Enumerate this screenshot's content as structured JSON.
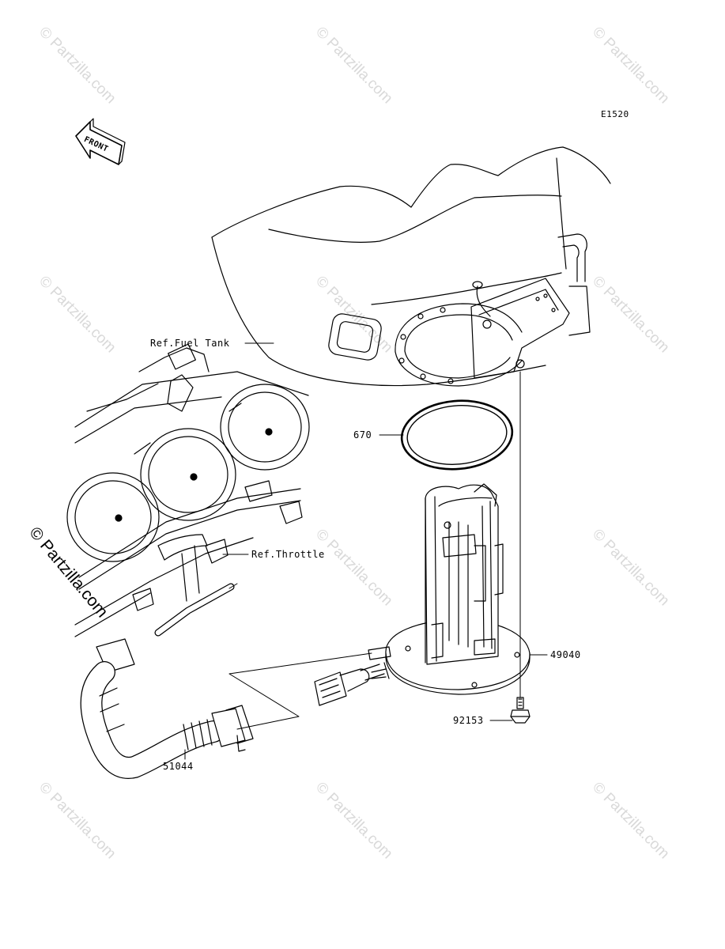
{
  "diagram": {
    "code": "E1520",
    "front_arrow": "FRONT",
    "callouts": {
      "fuel_tank": "Ref.Fuel Tank",
      "throttle": "Ref.Throttle",
      "gasket": "670",
      "pump": "49040",
      "bolt": "92153",
      "hose": "51044"
    }
  },
  "watermark": {
    "text": "© Partzilla.com",
    "side_text": "© Partzilla.com"
  }
}
